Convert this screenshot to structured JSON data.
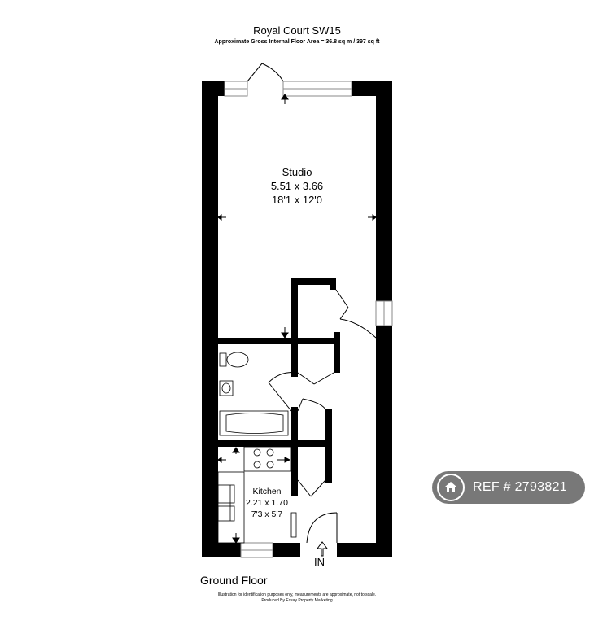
{
  "header": {
    "title": "Royal Court SW15",
    "subtitle": "Approximate Gross Internal Floor Area = 36.8 sq m / 397 sq ft"
  },
  "rooms": {
    "studio": {
      "name": "Studio",
      "metric": "5.51 x 3.66",
      "imperial": "18'1 x 12'0"
    },
    "kitchen": {
      "name": "Kitchen",
      "metric": "2.21 x 1.70",
      "imperial": "7'3 x 5'7"
    }
  },
  "entrance": {
    "label": "IN"
  },
  "floor": {
    "label": "Ground Floor"
  },
  "footer": {
    "line1": "Illustration for identification purposes only, measurements are approximate, not to scale.",
    "line2": "Produced By Essay Property Marketing"
  },
  "badge": {
    "icon": "home-icon",
    "text": "REF # 2793821"
  },
  "colors": {
    "wall": "#000000",
    "window": "#9a9a9a",
    "badge_bg": "#5a5a5a"
  }
}
